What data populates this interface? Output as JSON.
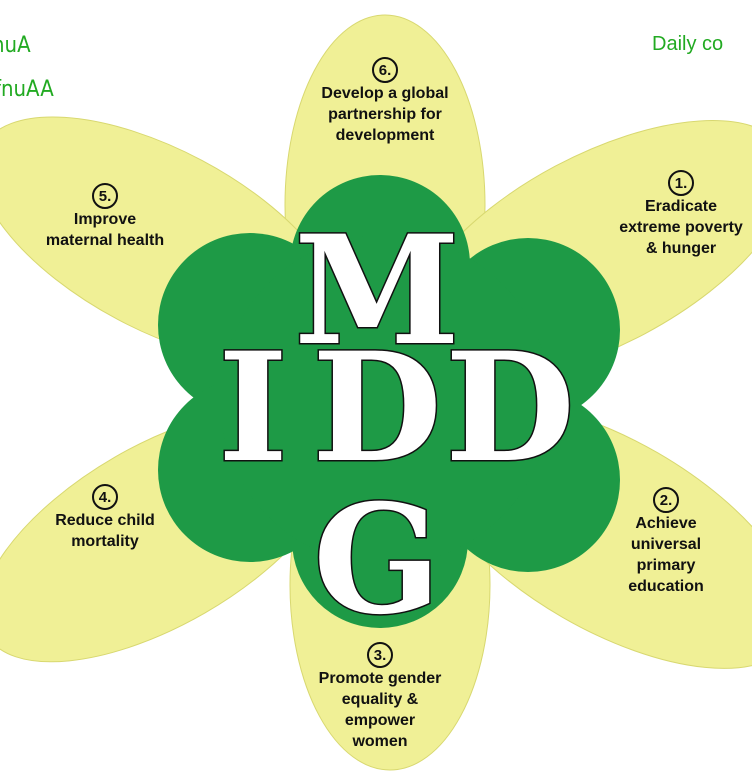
{
  "header": {
    "left_line1": "nuA",
    "left_line2": "fnuAA",
    "right_text": "Daily co"
  },
  "center_letters": [
    "M",
    "I",
    "D",
    "D",
    "G"
  ],
  "goals": [
    {
      "number": "1.",
      "lines": [
        "Eradicate",
        "extreme poverty",
        "& hunger"
      ]
    },
    {
      "number": "2.",
      "lines": [
        "Achieve",
        "universal",
        "primary",
        "education"
      ]
    },
    {
      "number": "3.",
      "lines": [
        "Promote gender",
        "equality &",
        "empower",
        "women"
      ]
    },
    {
      "number": "4.",
      "lines": [
        "Reduce child",
        "mortality"
      ]
    },
    {
      "number": "5.",
      "lines": [
        "Improve",
        "maternal health"
      ]
    },
    {
      "number": "6.",
      "lines": [
        "Develop a global",
        "partnership for",
        "development"
      ]
    }
  ],
  "colors": {
    "petal": "#f0f096",
    "petal_stroke": "#d8d870",
    "center": "#1e9a46",
    "header_text": "#22aa22"
  }
}
